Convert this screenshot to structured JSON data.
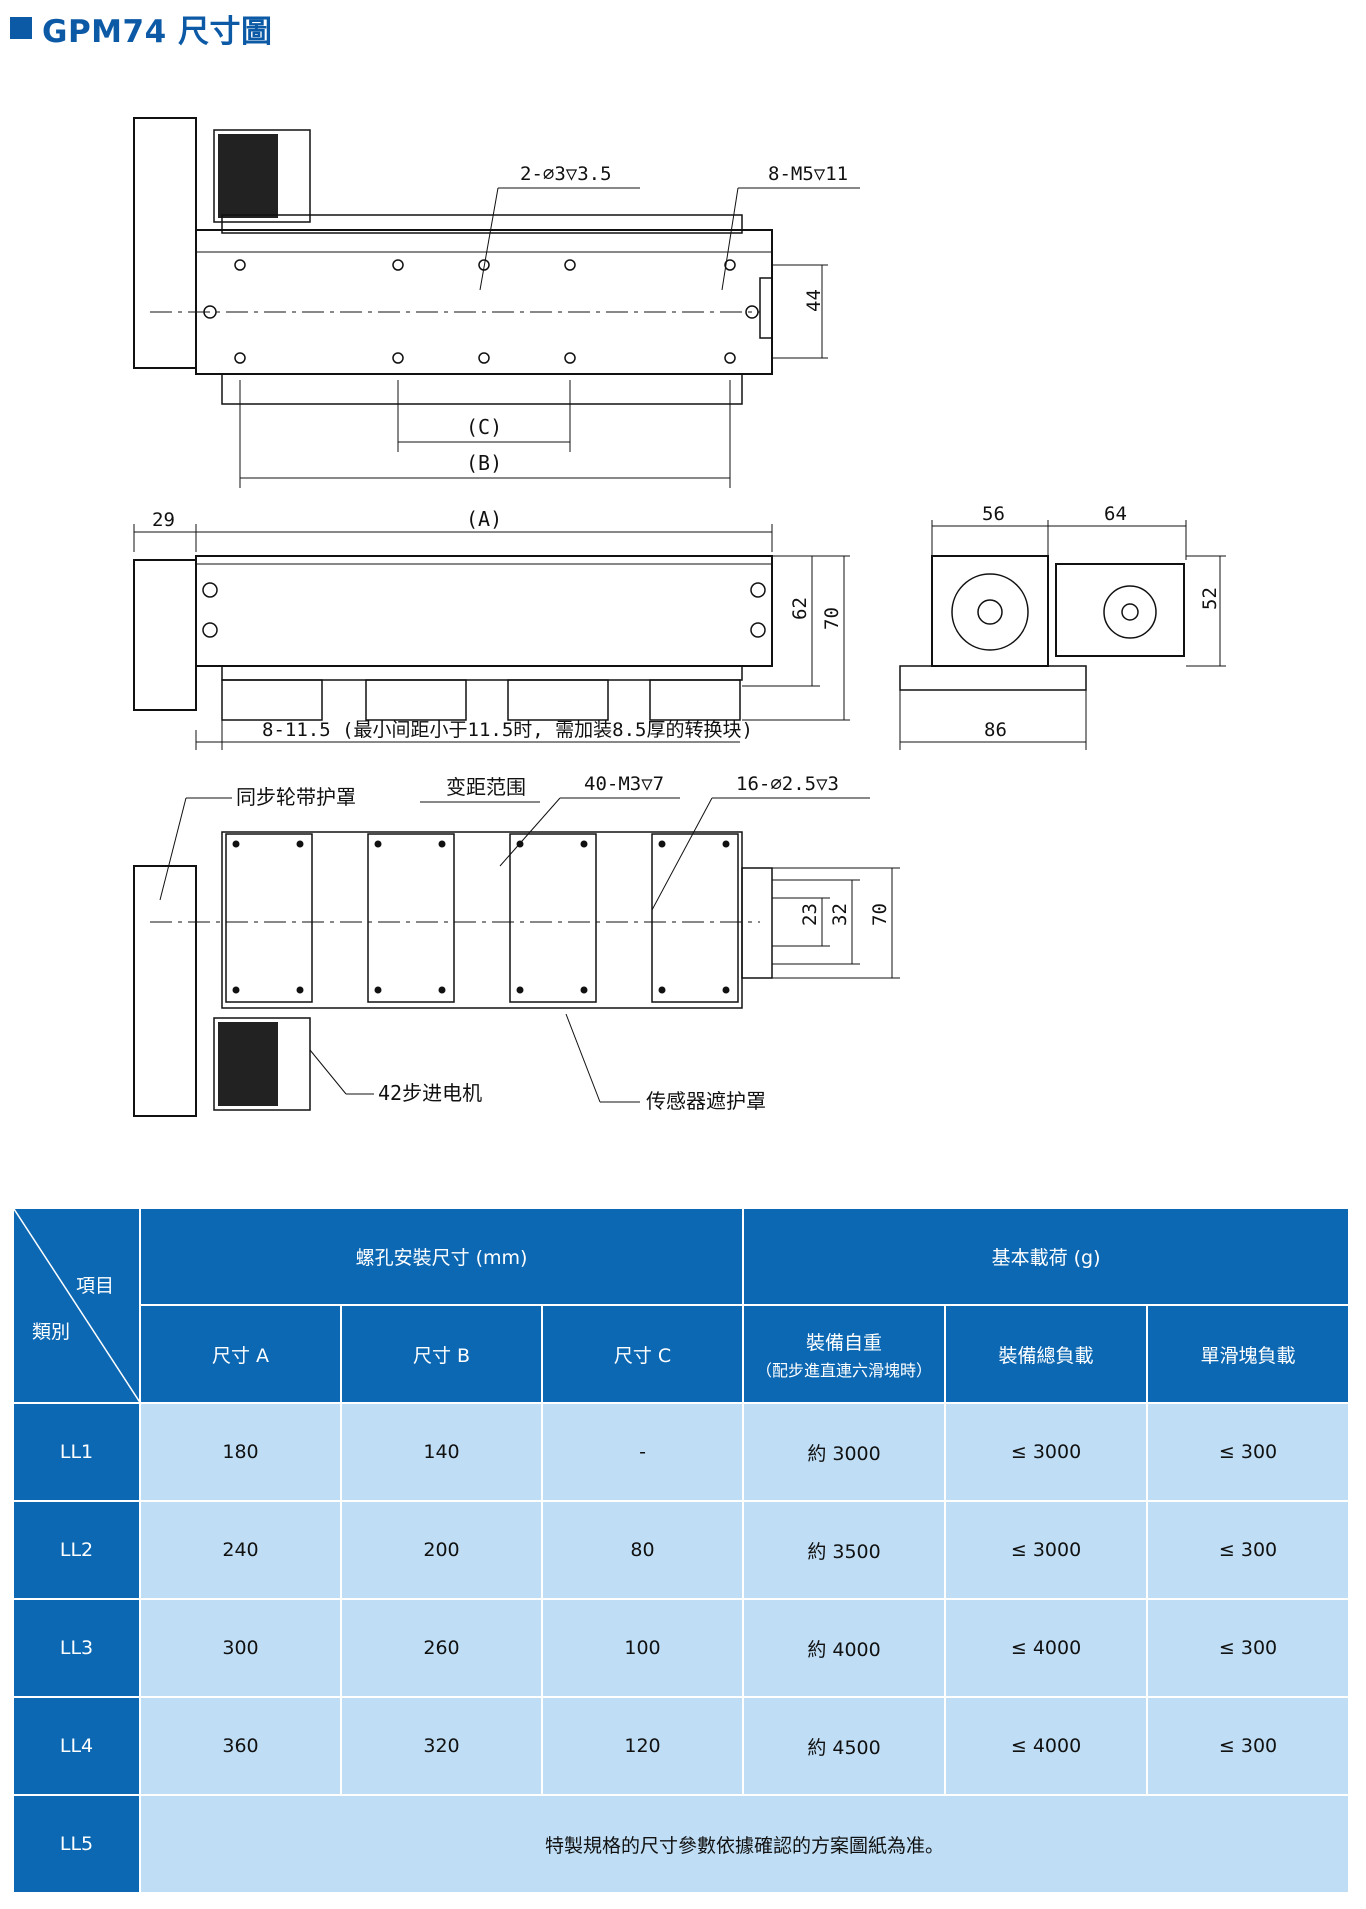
{
  "header": {
    "title": "GPM74 尺寸圖"
  },
  "drawing": {
    "top_view": {
      "label_holes": "2-∅3▽3.5",
      "label_tapped": "8-M5▽11",
      "dim_44": "44",
      "dim_c": "(C)",
      "dim_b": "(B)"
    },
    "side_view": {
      "dim_29": "29",
      "dim_a": "(A)",
      "dim_62": "62",
      "dim_70": "70",
      "note": "8-11.5 (最小间距小于11.5时, 需加装8.5厚的转换块)"
    },
    "end_view": {
      "dim_56": "56",
      "dim_64": "64",
      "dim_52": "52",
      "dim_86": "86"
    },
    "bottom_view": {
      "label_belt_cover": "同步轮带护罩",
      "label_pitch_range": "变距范围",
      "label_m3": "40-M3▽7",
      "label_pins": "16-∅2.5▽3",
      "dim_23": "23",
      "dim_32": "32",
      "dim_70": "70",
      "label_motor": "42步进电机",
      "label_sensor_cover": "传感器遮护罩"
    }
  },
  "table": {
    "corner_item": "項目",
    "corner_category": "類別",
    "group_mounting": "螺孔安裝尺寸 (mm)",
    "group_load": "基本載荷 (g)",
    "columns": {
      "a": "尺寸 A",
      "b": "尺寸 B",
      "c": "尺寸 C",
      "self_weight": "裝備自重",
      "self_weight_note": "（配步進直連六滑塊時）",
      "total_load": "裝備總負載",
      "single_load": "單滑塊負載"
    },
    "rows": [
      {
        "name": "LL1",
        "a": "180",
        "b": "140",
        "c": "-",
        "weight": "約 3000",
        "total": "≤ 3000",
        "single": "≤ 300"
      },
      {
        "name": "LL2",
        "a": "240",
        "b": "200",
        "c": "80",
        "weight": "約 3500",
        "total": "≤ 3000",
        "single": "≤ 300"
      },
      {
        "name": "LL3",
        "a": "300",
        "b": "260",
        "c": "100",
        "weight": "約 4000",
        "total": "≤ 4000",
        "single": "≤ 300"
      },
      {
        "name": "LL4",
        "a": "360",
        "b": "320",
        "c": "120",
        "weight": "約 4500",
        "total": "≤ 4000",
        "single": "≤ 300"
      }
    ],
    "custom_row": {
      "name": "LL5",
      "note": "特製規格的尺寸參數依據確認的方案圖紙為准。"
    }
  }
}
